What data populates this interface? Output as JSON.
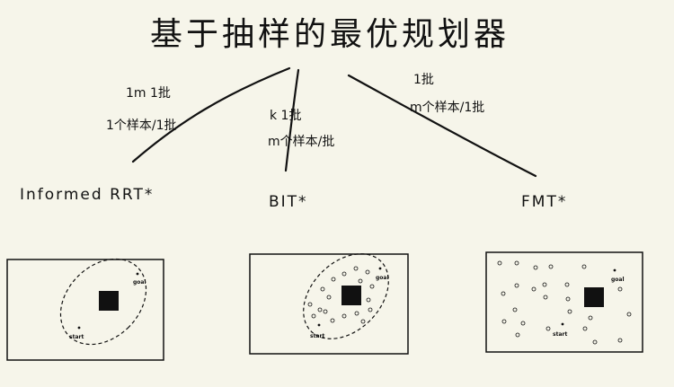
{
  "title": "基于抽样的最优规划器",
  "branches": [
    {
      "method": "Informed RRT*",
      "notes": [
        "1m 1批",
        "1个样本/1批"
      ],
      "panel": {
        "start": "start",
        "goal": "goal"
      }
    },
    {
      "method": "BIT*",
      "notes": [
        "k 1批",
        "m个样本/批"
      ],
      "panel": {
        "start": "start",
        "goal": "goal"
      }
    },
    {
      "method": "FMT*",
      "notes": [
        "1批",
        "m个样本/1批"
      ],
      "panel": {
        "start": "start",
        "goal": "goal"
      }
    }
  ],
  "colors": {
    "background": "#f6f5ea",
    "ink": "#111111"
  }
}
